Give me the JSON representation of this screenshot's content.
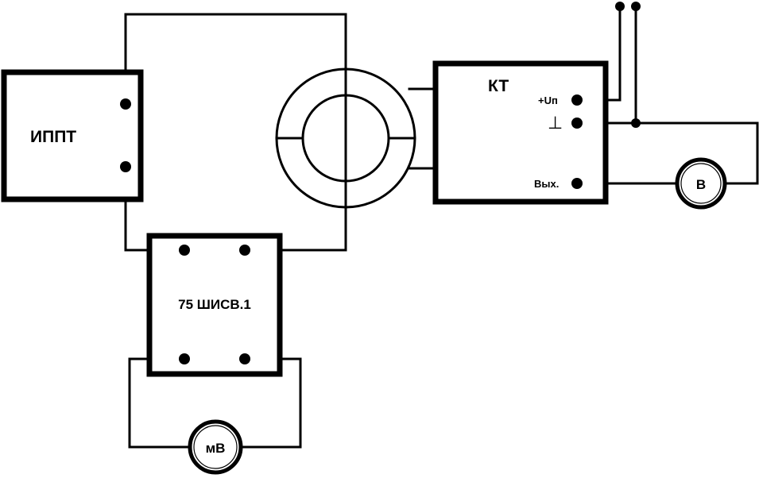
{
  "labels": {
    "ippt": "ИППТ",
    "shunt": "75 ШИСВ.1",
    "kt": "КТ",
    "kt_supply": "+Uп",
    "kt_ground": "⊥",
    "kt_output": "Вых.",
    "voltmeter": "В",
    "millivoltmeter": "мВ"
  }
}
